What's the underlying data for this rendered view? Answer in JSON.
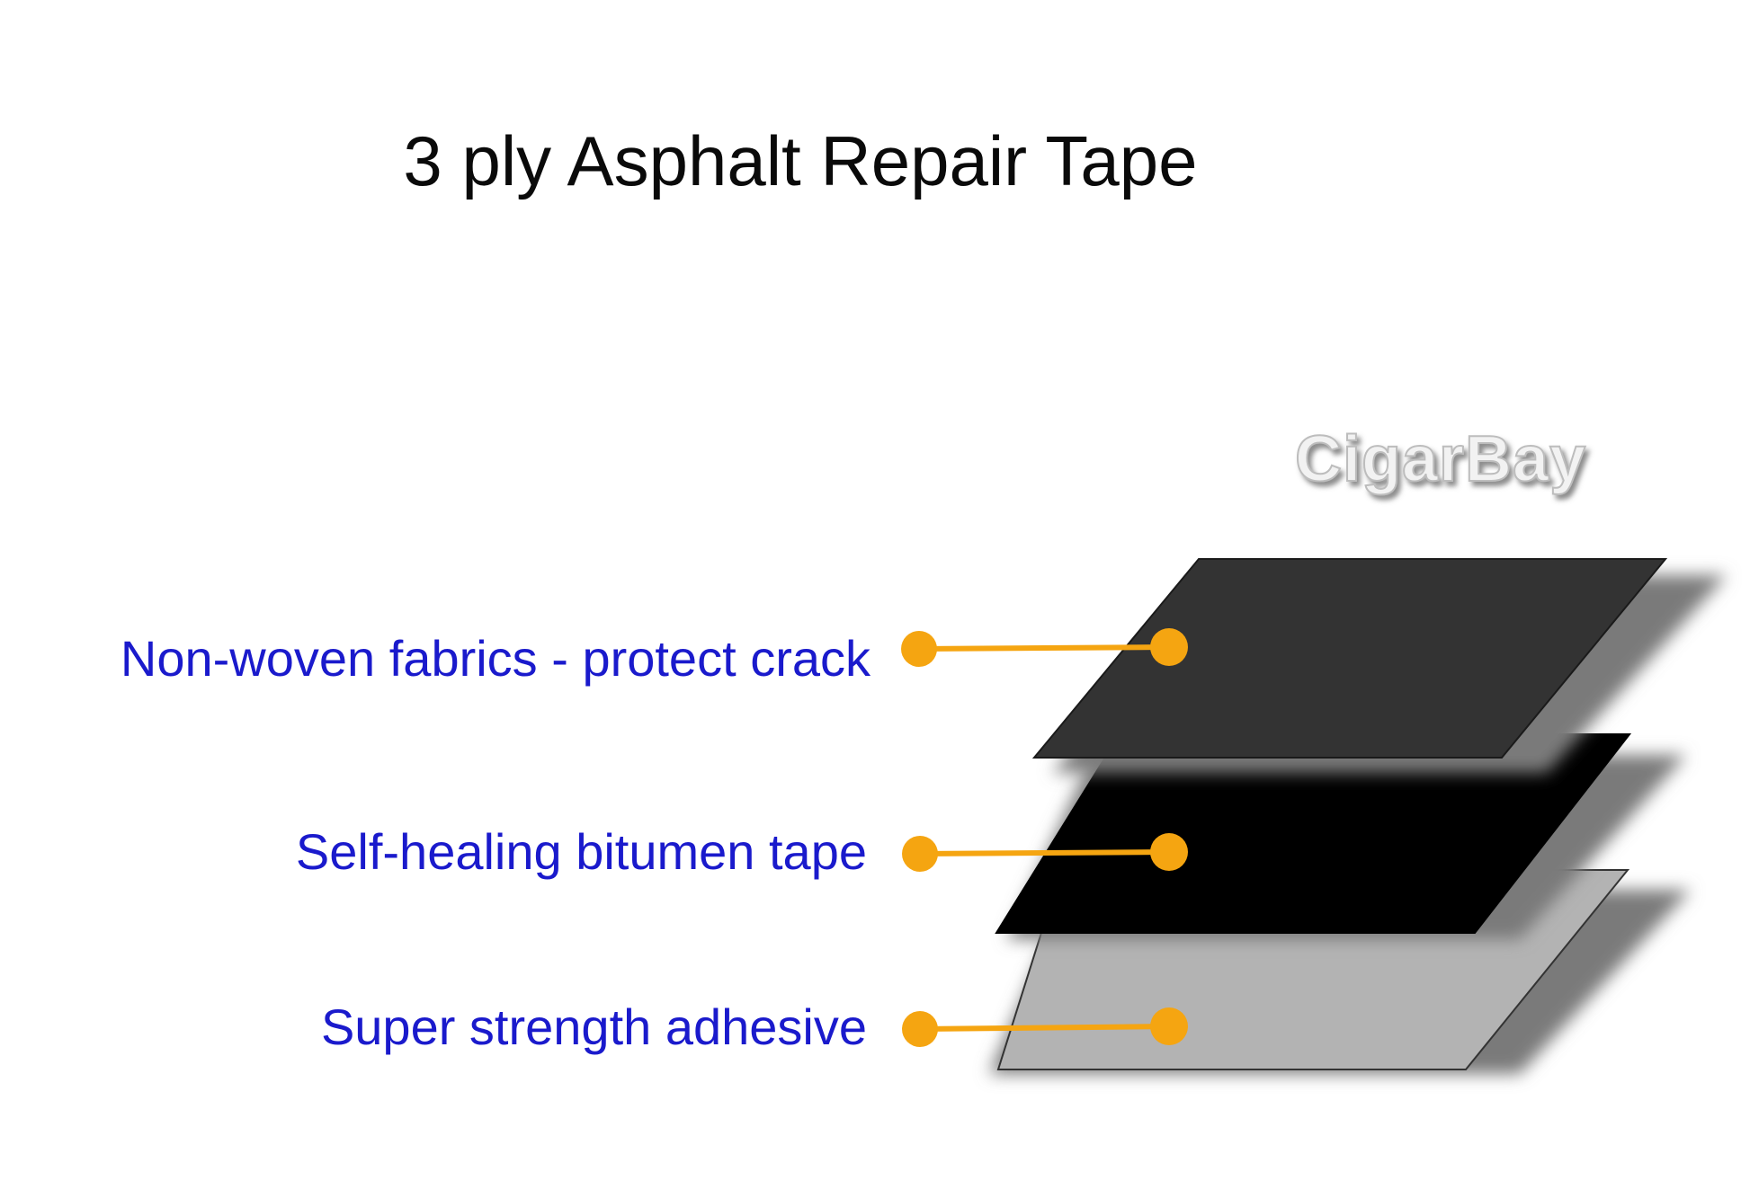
{
  "title": "3 ply Asphalt Repair Tape",
  "watermark": "CigarBay",
  "colors": {
    "label_text": "#1a1acc",
    "connector": "#f5a511",
    "top_layer": "#333333",
    "middle_layer": "#000000",
    "bottom_layer": "#b3b3b3",
    "shadow": "#7a7a7a"
  },
  "layers": [
    {
      "label": "Non-woven fabrics - protect crack"
    },
    {
      "label": "Self-healing bitumen tape"
    },
    {
      "label": "Super strength adhesive"
    }
  ]
}
